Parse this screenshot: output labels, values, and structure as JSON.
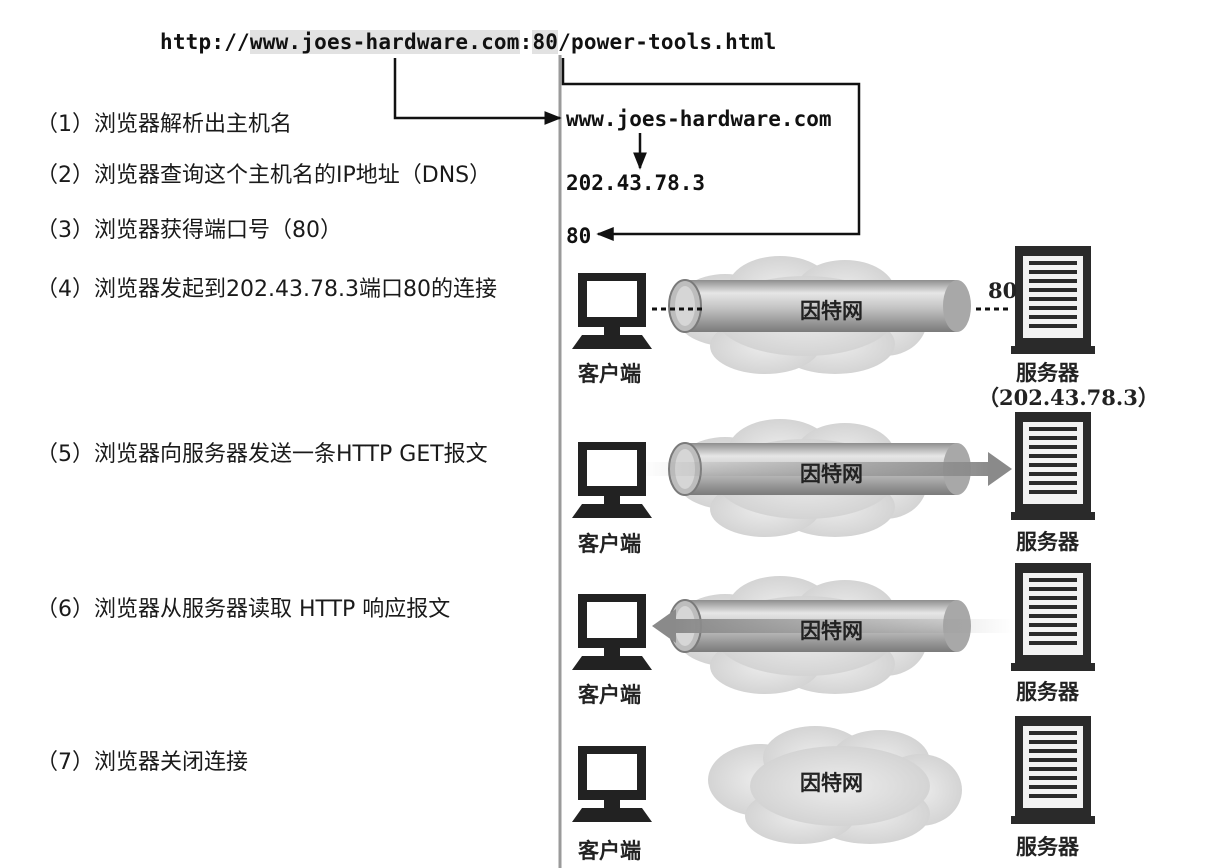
{
  "url": {
    "before": "http://",
    "host": "www.joes-hardware.com",
    "colon": ":",
    "port": "80",
    "path": "/power-tools.html"
  },
  "resolution": {
    "hostname": "www.joes-hardware.com",
    "ip": "202.43.78.3",
    "port": "80"
  },
  "steps": [
    "（1）浏览器解析出主机名",
    "（2）浏览器查询这个主机名的IP地址（DNS）",
    "（3）浏览器获得端口号（80）",
    "（4）浏览器发起到202.43.78.3端口80的连接",
    "（5）浏览器向服务器发送一条HTTP GET报文",
    "（6）浏览器从服务器读取 HTTP 响应报文",
    "（7）浏览器关闭连接"
  ],
  "labels": {
    "client": "客户端",
    "server": "服务器",
    "internet": "因特网",
    "server_ip": "（202.43.78.3）",
    "server_port": "80"
  },
  "colors": {
    "cloud": "#dcdcdc",
    "pipe": "#bdbdbd",
    "ink": "#111111",
    "divider": "#9a9a9a"
  }
}
